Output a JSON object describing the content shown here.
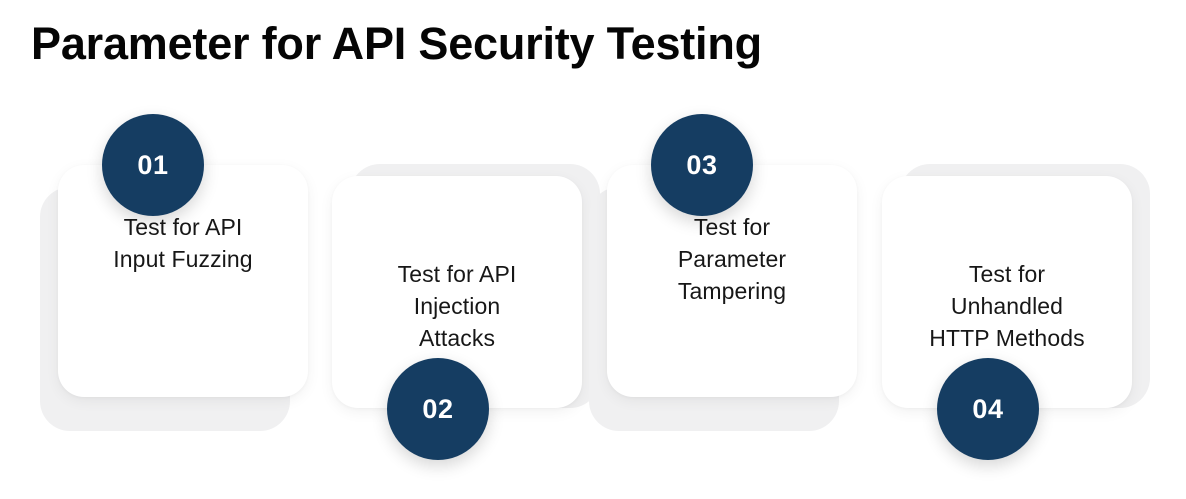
{
  "page": {
    "title": "Parameter for API Security Testing",
    "background_color": "#ffffff",
    "accent_color": "#153D62",
    "card_color": "#ffffff",
    "backing_color": "#f0f0f1",
    "text_color": "#171717"
  },
  "steps": [
    {
      "number": "01",
      "label": "Test for API\nInput Fuzzing",
      "badge_position": "top"
    },
    {
      "number": "02",
      "label": "Test for API\nInjection\nAttacks",
      "badge_position": "bottom"
    },
    {
      "number": "03",
      "label": "Test for\nParameter\nTampering",
      "badge_position": "top"
    },
    {
      "number": "04",
      "label": "Test for\nUnhandled\nHTTP Methods",
      "badge_position": "bottom"
    }
  ]
}
